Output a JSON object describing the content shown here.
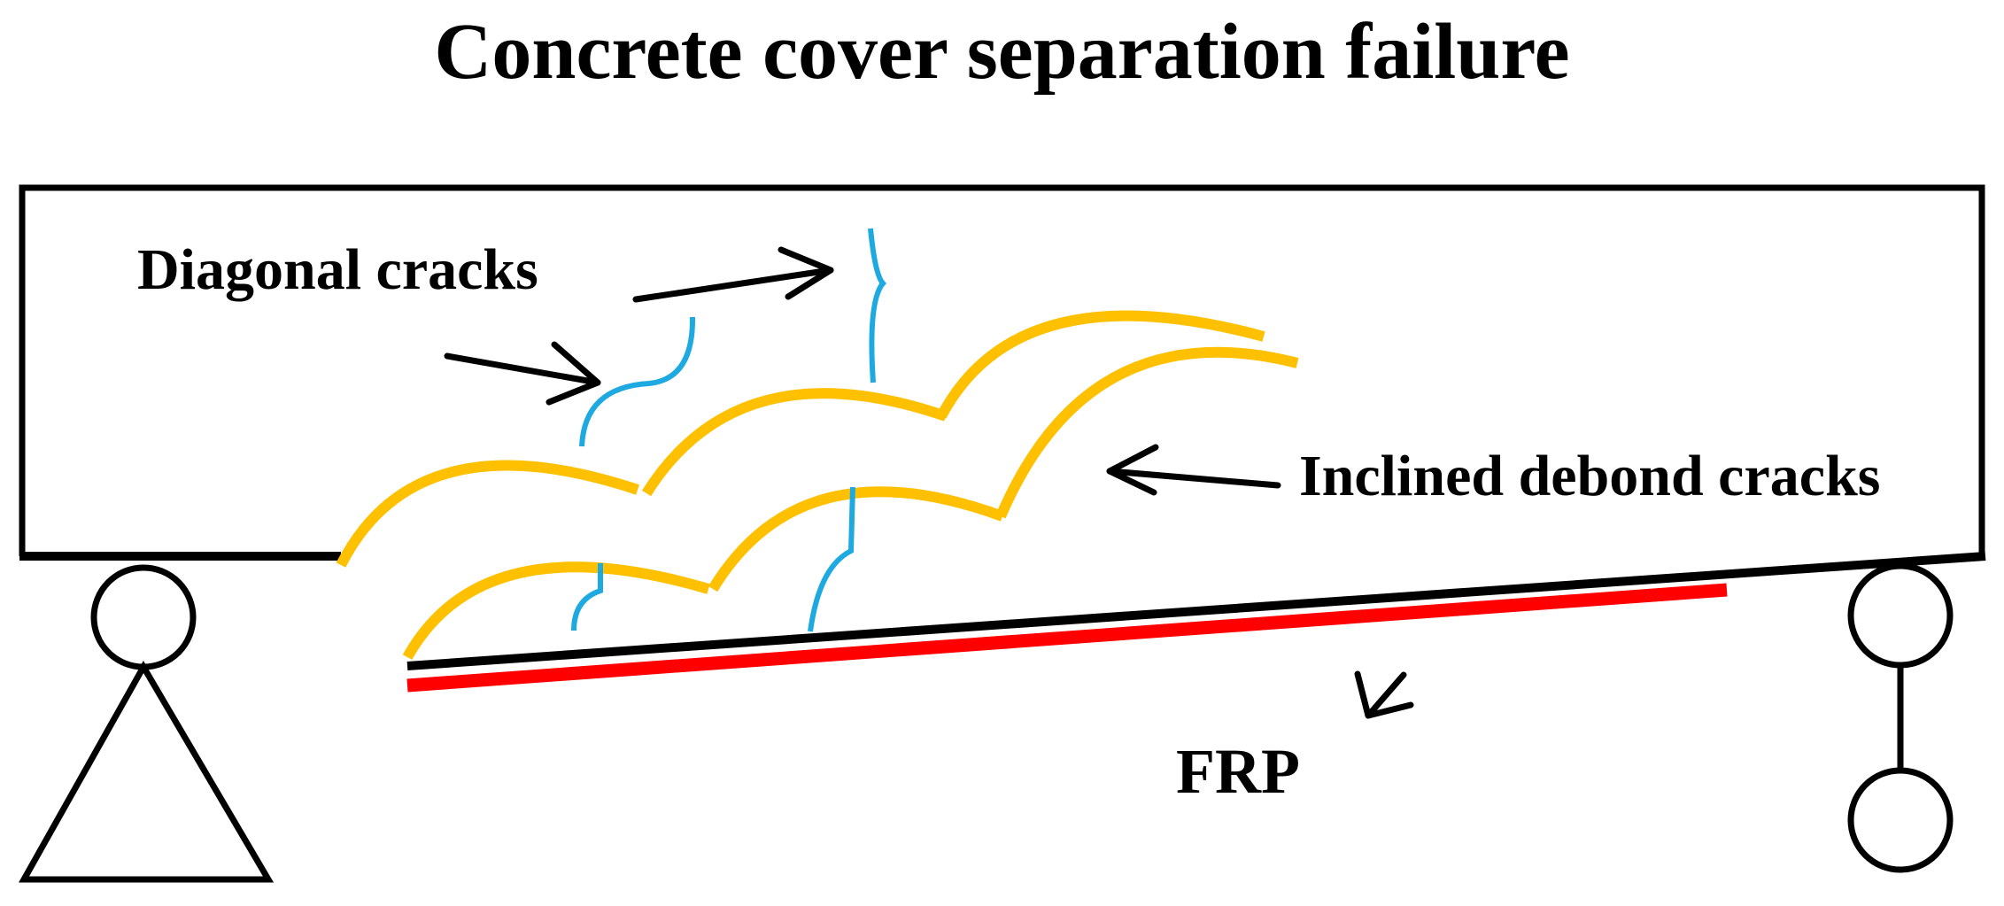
{
  "title": "Concrete cover separation failure",
  "labels": {
    "diagonal_cracks": "Diagonal cracks",
    "inclined_debond_cracks": "Inclined debond cracks",
    "frp": "FRP"
  },
  "colors": {
    "beam_outline": "#000000",
    "frp_plate": "#ff0000",
    "debond_cracks": "#ffc000",
    "diagonal_cracks": "#1fa9e1",
    "arrows": "#000000"
  }
}
